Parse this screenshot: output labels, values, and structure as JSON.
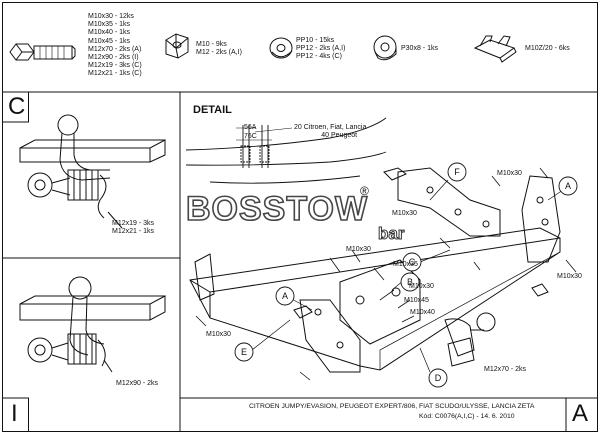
{
  "hardware": [
    {
      "icon": "bolt-icon",
      "lines": [
        "M10x30 - 12ks",
        "M10x35 - 1ks",
        "M10x40 - 1ks",
        "M10x45 - 1ks",
        "M12x70 - 2ks (A)",
        "M12x90 - 2ks (I)",
        "M12x19 - 3ks (C)",
        "M12x21 - 1ks (C)"
      ]
    },
    {
      "icon": "nut-icon",
      "lines": [
        "M10 - 9ks",
        "M12 - 2ks (A,I)"
      ]
    },
    {
      "icon": "washer-icon",
      "lines": [
        "PP10 - 15ks",
        "PP12 - 2ks (A,I)",
        "PP12 - 4ks (C)"
      ]
    },
    {
      "icon": "thick-washer-icon",
      "lines": [
        "P30x8 - 1ks"
      ]
    },
    {
      "icon": "clip-nut-icon",
      "lines": [
        "M10Z/20 - 6ks"
      ]
    }
  ],
  "panels": {
    "c_letter": "C",
    "c_labels": [
      "M12x19 - 3ks",
      "M12x21 - 1ks"
    ],
    "i_letter": "I",
    "i_label": "M12x90 - 2ks",
    "a_letter": "A"
  },
  "detail": {
    "title": "DETAIL",
    "dim1": "56A",
    "dim2": "76C",
    "note1": "20 Citroen, Fiat, Lancia",
    "note2": "40 Peugeot"
  },
  "watermark": {
    "brand": "BOSSTOW",
    "suffix": "bar",
    "registered": "®"
  },
  "callouts": [
    {
      "id": "F",
      "label": "F"
    },
    {
      "id": "A1",
      "label": "A"
    },
    {
      "id": "B",
      "label": "B"
    },
    {
      "id": "C",
      "label": "C"
    },
    {
      "id": "A2",
      "label": "A"
    },
    {
      "id": "E",
      "label": "E"
    },
    {
      "id": "D",
      "label": "D"
    }
  ],
  "bolt_labels": [
    "M10x30",
    "M10x30",
    "M10x30",
    "M10x35",
    "M10x30",
    "M10x45",
    "M10x40",
    "M10x30",
    "M10x30",
    "M12x70 - 2ks"
  ],
  "footer": {
    "models": "CITROEN JUMPY/EVASION, PEUGEOT EXPERT/806, FIAT SCUDO/ULYSSE, LANCIA ZETA",
    "code": "Kód: C0076(A,I,C) - 14. 6. 2010"
  }
}
